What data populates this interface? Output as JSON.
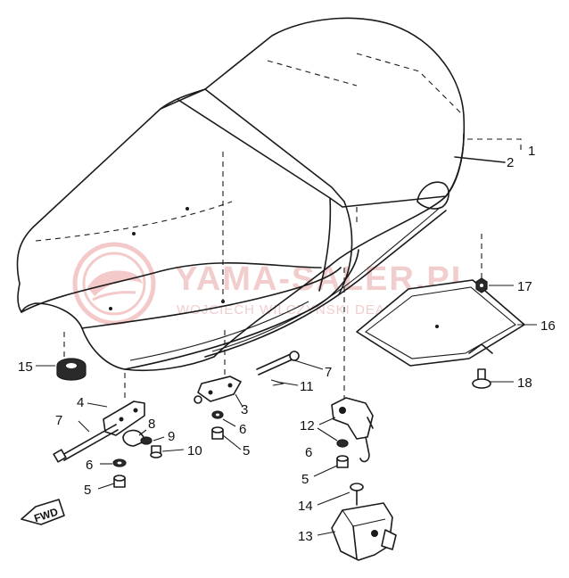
{
  "watermark": {
    "main_text": "YAMA-SALER.PL",
    "sub_text": "WOJCIECH WILCZYNSKI DEALER YAMAHA",
    "color": "#f0c8c8"
  },
  "direction_marker": {
    "label": "FWD"
  },
  "callouts": [
    {
      "id": "1",
      "label": "1"
    },
    {
      "id": "2",
      "label": "2"
    },
    {
      "id": "17",
      "label": "17"
    },
    {
      "id": "16",
      "label": "16"
    },
    {
      "id": "15",
      "label": "15"
    },
    {
      "id": "7a",
      "label": "7"
    },
    {
      "id": "11",
      "label": "11"
    },
    {
      "id": "18",
      "label": "18"
    },
    {
      "id": "4",
      "label": "4"
    },
    {
      "id": "3",
      "label": "3"
    },
    {
      "id": "12",
      "label": "12"
    },
    {
      "id": "7b",
      "label": "7"
    },
    {
      "id": "8",
      "label": "8"
    },
    {
      "id": "6a",
      "label": "6"
    },
    {
      "id": "9",
      "label": "9"
    },
    {
      "id": "6b",
      "label": "6"
    },
    {
      "id": "10",
      "label": "10"
    },
    {
      "id": "5a",
      "label": "5"
    },
    {
      "id": "5b",
      "label": "5"
    },
    {
      "id": "6c",
      "label": "6"
    },
    {
      "id": "5c",
      "label": "5"
    },
    {
      "id": "14",
      "label": "14"
    },
    {
      "id": "13",
      "label": "13"
    }
  ],
  "colors": {
    "line": "#1a1a1a",
    "background": "#ffffff"
  }
}
